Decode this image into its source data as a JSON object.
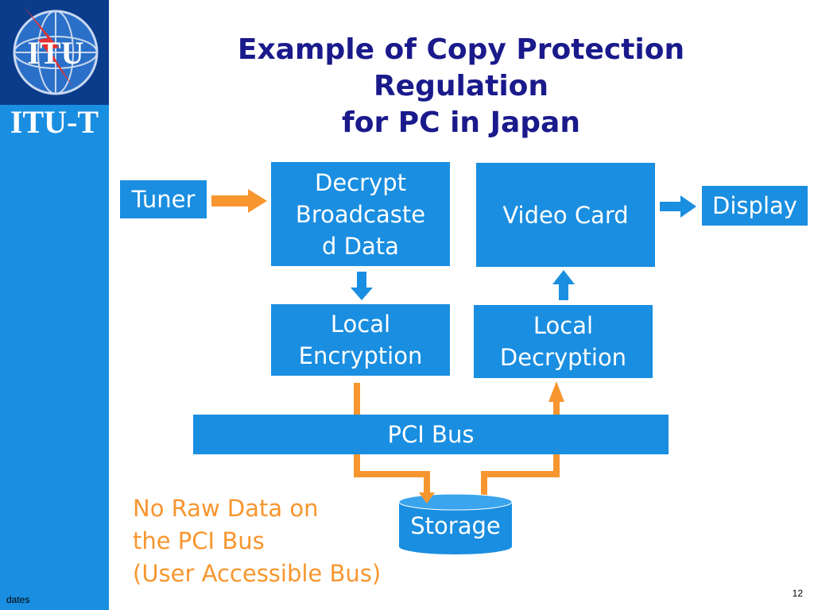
{
  "slide": {
    "title_lines": [
      "Example of Copy Protection",
      "Regulation",
      "for PC in Japan"
    ],
    "brand": "ITU-T",
    "logo_text": "ITU",
    "footer_left": "dates",
    "page_number": "12"
  },
  "diagram": {
    "tuner": "Tuner",
    "decrypt": "Decrypt\nBroadcaste\nd Data",
    "video_card": "Video Card",
    "display": "Display",
    "local_encryption": "Local\nEncryption",
    "local_decryption": "Local\nDecryption",
    "pci_bus": "PCI Bus",
    "storage": "Storage",
    "note_lines": [
      "No Raw Data on",
      "the PCI Bus",
      "(User Accessible Bus)"
    ]
  },
  "colors": {
    "box_blue": "#1a8ee0",
    "arrow_orange": "#f7962f",
    "title_navy": "#1a1a8c",
    "sidebar_top": "#0b3c8c"
  }
}
